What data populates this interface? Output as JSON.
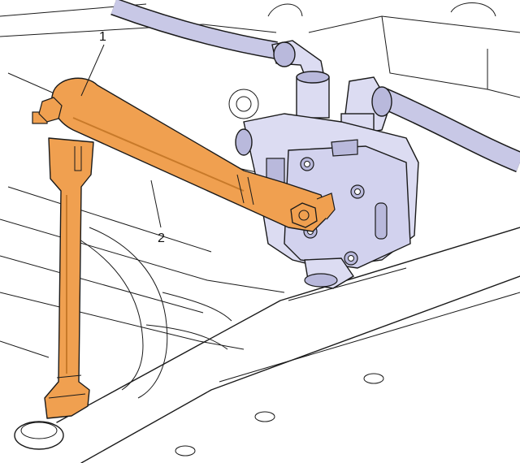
{
  "callouts": [
    {
      "id": "1",
      "label": "1"
    },
    {
      "id": "2",
      "label": "2"
    }
  ],
  "colors": {
    "part_highlight": "#f0a050",
    "part_highlight_dark": "#c87a2a",
    "valve_body": "#dcdcf2",
    "valve_shadow": "#b9b9dc",
    "air_hose": "#c8c8e6",
    "line": "#1a1a1a",
    "background": "#ffffff"
  },
  "parts": [
    {
      "name": "height-control-valve-linkage-rod",
      "highlighted": true
    },
    {
      "name": "height-control-valve-arm",
      "highlighted": true
    },
    {
      "name": "height-control-valve",
      "highlighted": false
    },
    {
      "name": "air-hose",
      "highlighted": false
    }
  ]
}
